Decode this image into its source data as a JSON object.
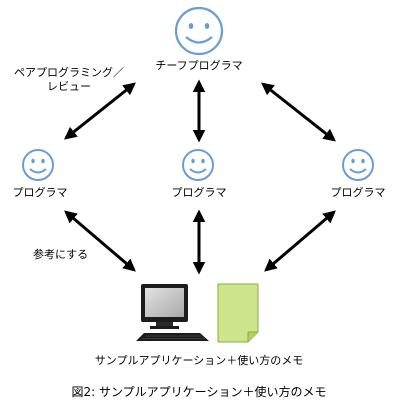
{
  "nodes": {
    "chief": "チーフプログラマ",
    "left": "プログラマ",
    "center": "プログラマ",
    "right": "プログラマ"
  },
  "edge_labels": {
    "pair_programming": [
      "ペアプログラミング／",
      "レビュー"
    ],
    "reference": "参考にする"
  },
  "sample": {
    "label": "サンプルアプリケーション＋使い方のメモ"
  },
  "caption": "図2: サンプルアプリケーション＋使い方のメモ",
  "colors": {
    "face": "#6a9dd6",
    "arrow": "#000000",
    "memo_fill": "#cde58a",
    "memo_stroke": "#8eab3a",
    "monitor_frame": "#1c1c1c",
    "monitor_screen": "#cfcfcf"
  }
}
